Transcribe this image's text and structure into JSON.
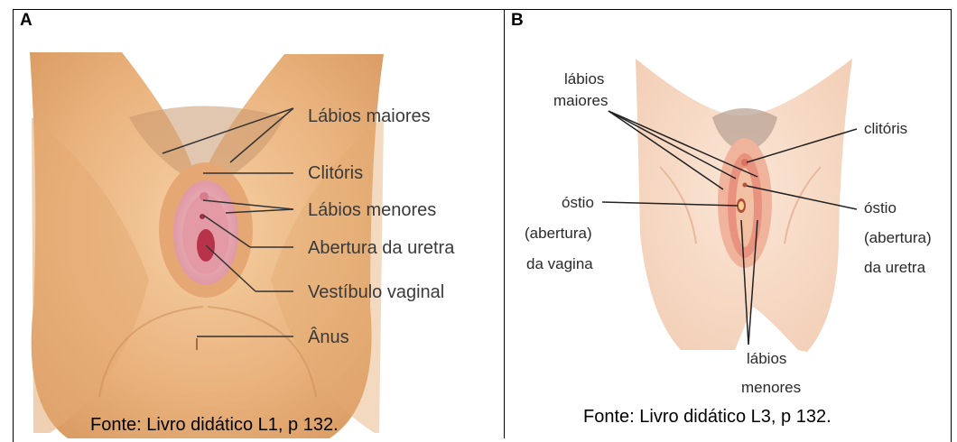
{
  "panel_a": {
    "letter": "A",
    "labels": {
      "labios_maiores": "Lábios maiores",
      "clitoris": "Clitóris",
      "labios_menores": "Lábios menores",
      "abertura_uretra": "Abertura da uretra",
      "vestibulo": "Vestíbulo vaginal",
      "anus": "Ânus"
    },
    "caption": "Fonte: Livro didático L1, p 132."
  },
  "panel_b": {
    "letter": "B",
    "labels": {
      "labios_maiores_1": "lábios",
      "labios_maiores_2": "maiores",
      "clitoris": "clitóris",
      "ostio_vagina_1": "óstio",
      "ostio_vagina_2": "(abertura)",
      "ostio_vagina_3": "da vagina",
      "ostio_uretra_1": "óstio",
      "ostio_uretra_2": "(abertura)",
      "ostio_uretra_3": "da uretra",
      "labios_menores_1": "lábios",
      "labios_menores_2": "menores"
    },
    "caption": "Fonte: Livro didático L3, p 132."
  },
  "colors": {
    "skin_a": "#f2c28e",
    "skin_b": "#f7dcc8",
    "labia_pink": "#e7a0a8",
    "vestibule_red": "#b8324a",
    "hair": "#b58e72",
    "leader_line": "#333333"
  }
}
